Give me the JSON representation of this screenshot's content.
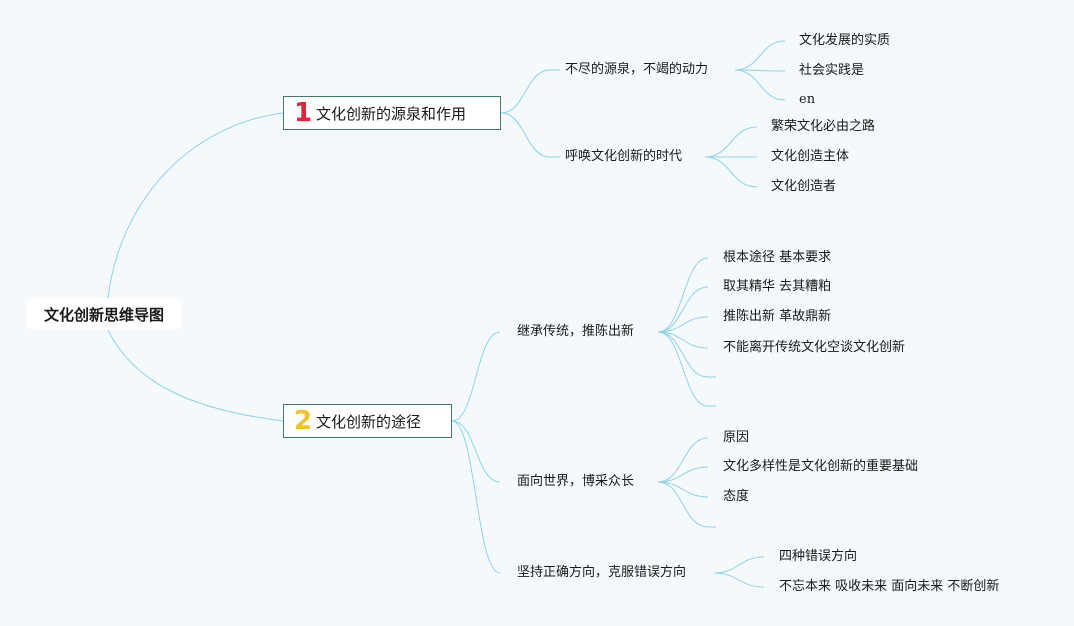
{
  "root": {
    "label": "文化创新思维导图"
  },
  "branches": [
    {
      "number": "1",
      "label": "文化创新的源泉和作用",
      "children": [
        {
          "label": "不尽的源泉，不竭的动力",
          "items": [
            "文化发展的实质",
            "社会实践是",
            "en"
          ]
        },
        {
          "label": "呼唤文化创新的时代",
          "items": [
            "繁荣文化必由之路",
            "文化创造主体",
            "文化创造者"
          ]
        }
      ]
    },
    {
      "number": "2",
      "label": "文化创新的途径",
      "children": [
        {
          "label": "继承传统，推陈出新",
          "items": [
            "根本途径 基本要求",
            "取其精华 去其糟粕",
            "推陈出新 革故鼎新",
            "不能离开传统文化空谈文化创新",
            "",
            ""
          ]
        },
        {
          "label": "面向世界，博采众长",
          "items": [
            "原因",
            "文化多样性是文化创新的重要基础",
            "态度",
            ""
          ]
        },
        {
          "label": "坚持正确方向，克服错误方向",
          "items": [
            "四种错误方向",
            "不忘本来 吸收未来 面向未来 不断创新"
          ]
        }
      ]
    }
  ],
  "colors": {
    "line": "#8fd3ec",
    "background": "#f4f9fb",
    "main_border": "#3f7a69",
    "num1": "#e0243b",
    "num2": "#f2c12e"
  }
}
